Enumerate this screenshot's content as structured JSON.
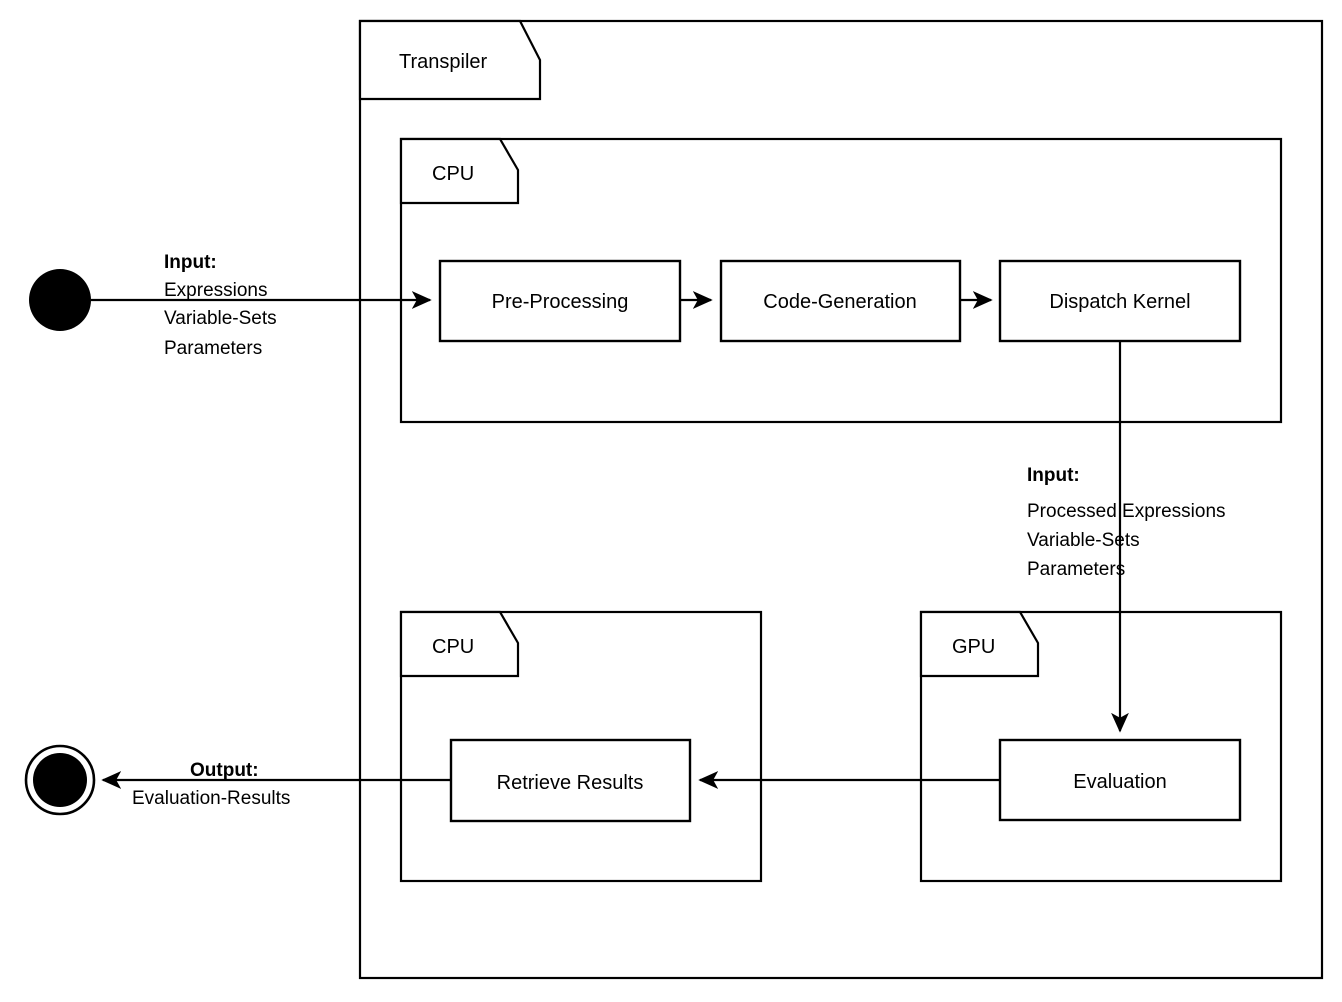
{
  "diagram": {
    "title": "Transpiler pipeline activity diagram",
    "frames": [
      {
        "id": "transpiler",
        "label": "Transpiler"
      },
      {
        "id": "cpu_top",
        "label": "CPU"
      },
      {
        "id": "cpu_bottom",
        "label": "CPU"
      },
      {
        "id": "gpu",
        "label": "GPU"
      }
    ],
    "activities": [
      {
        "id": "pre_processing",
        "label": "Pre-Processing"
      },
      {
        "id": "code_generation",
        "label": "Code-Generation"
      },
      {
        "id": "dispatch_kernel",
        "label": "Dispatch Kernel"
      },
      {
        "id": "evaluation",
        "label": "Evaluation"
      },
      {
        "id": "retrieve_results",
        "label": "Retrieve Results"
      }
    ],
    "nodes": [
      {
        "id": "start_node",
        "label": "initial-node"
      },
      {
        "id": "end_node",
        "label": "final-node"
      }
    ],
    "edge_labels": {
      "input_left": {
        "heading": "Input:",
        "lines": [
          "Expressions",
          "Variable-Sets",
          "Parameters"
        ]
      },
      "input_gpu": {
        "heading": "Input:",
        "lines": [
          "Processed Expressions",
          "Variable-Sets",
          "Parameters"
        ]
      },
      "output": {
        "heading": "Output:",
        "lines": [
          "Evaluation-Results"
        ]
      }
    },
    "colors": {
      "stroke": "#000000",
      "fill": "#ffffff"
    }
  }
}
